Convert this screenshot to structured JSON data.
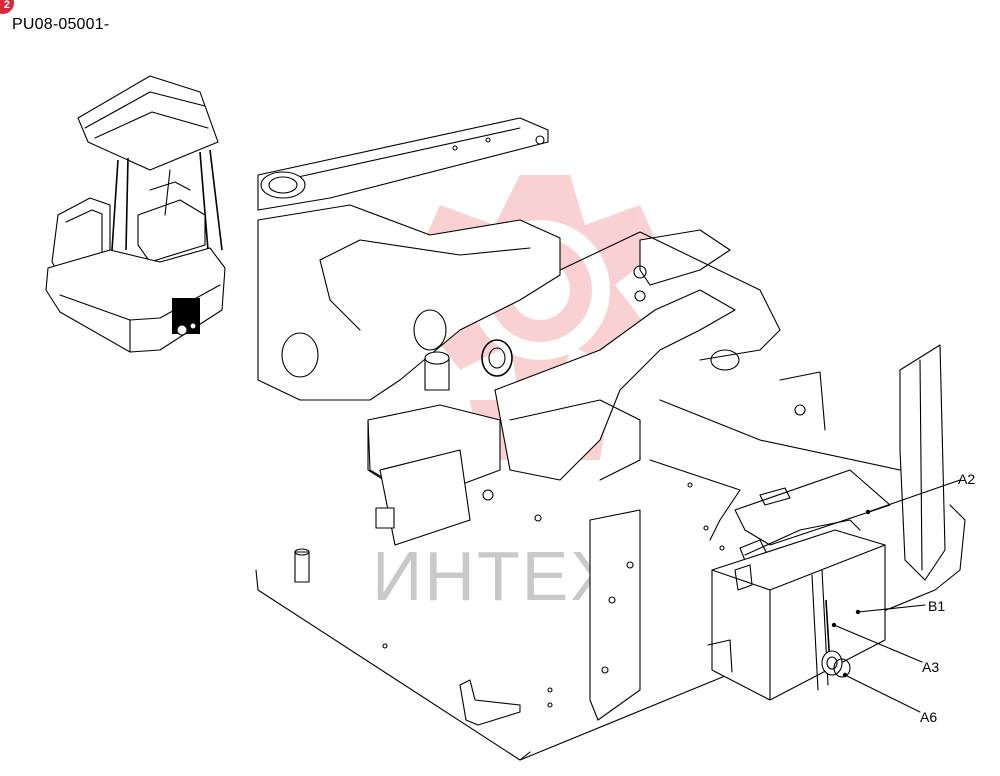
{
  "header": {
    "badge": "2",
    "doc_code": "PU08-05001-"
  },
  "watermark": {
    "text": "ИНТЕХ",
    "color": "#e8343c"
  },
  "callouts": [
    {
      "id": "A2",
      "label": "A2"
    },
    {
      "id": "B1",
      "label": "B1"
    },
    {
      "id": "A3",
      "label": "A3"
    },
    {
      "id": "A6",
      "label": "A6"
    }
  ]
}
